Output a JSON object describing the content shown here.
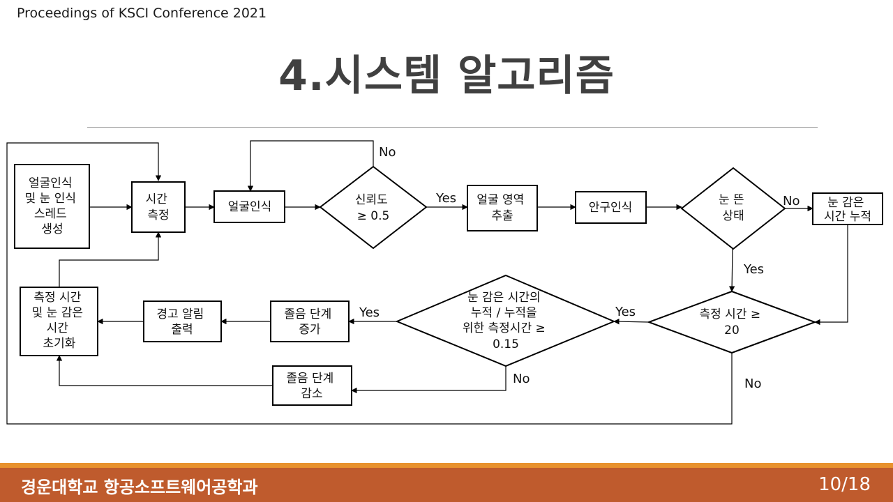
{
  "header_note": "Proceedings of KSCI Conference 2021",
  "title": "4.시스템 알고리즘",
  "colors": {
    "footer_bg": "#BF5B2D",
    "footer_stripe": "#E8922E",
    "title": "#404040"
  },
  "diagram": {
    "nodes": {
      "thread": [
        "얼굴인식",
        "및 눈 인식",
        "스레드",
        "생성"
      ],
      "time_measure": [
        "시간",
        "측정"
      ],
      "face_detect": [
        "얼굴인식"
      ],
      "confidence": [
        "신뢰도",
        "≥ 0.5"
      ],
      "face_extract": [
        "얼굴 영역",
        "추출"
      ],
      "eye_detect": [
        "안구인식"
      ],
      "eyes_open": [
        "눈 뜬",
        "상태"
      ],
      "closed_accum": [
        "눈 감은",
        "시간 누적"
      ],
      "measure_time": [
        "측정 시간 ≥",
        "20"
      ],
      "ratio": [
        "눈 감은 시간의",
        "누적 / 누적을",
        "위한 측정시간 ≥",
        "0.15"
      ],
      "drowsy_up": [
        "졸음 단계",
        "증가"
      ],
      "warning": [
        "경고 알림",
        "출력"
      ],
      "reset": [
        "측정 시간",
        "및 눈 감은",
        "시간",
        "초기화"
      ],
      "drowsy_down": [
        "졸음 단계",
        "감소"
      ]
    },
    "edge_labels": {
      "confidence_no": "No",
      "confidence_yes": "Yes",
      "eyes_no": "No",
      "eyes_yes": "Yes",
      "measure_yes": "Yes",
      "measure_no": "No",
      "ratio_yes": "Yes",
      "ratio_no": "No"
    }
  },
  "footer": {
    "org": "경운대학교 항공소프트웨어공학과",
    "page": "10/18"
  }
}
